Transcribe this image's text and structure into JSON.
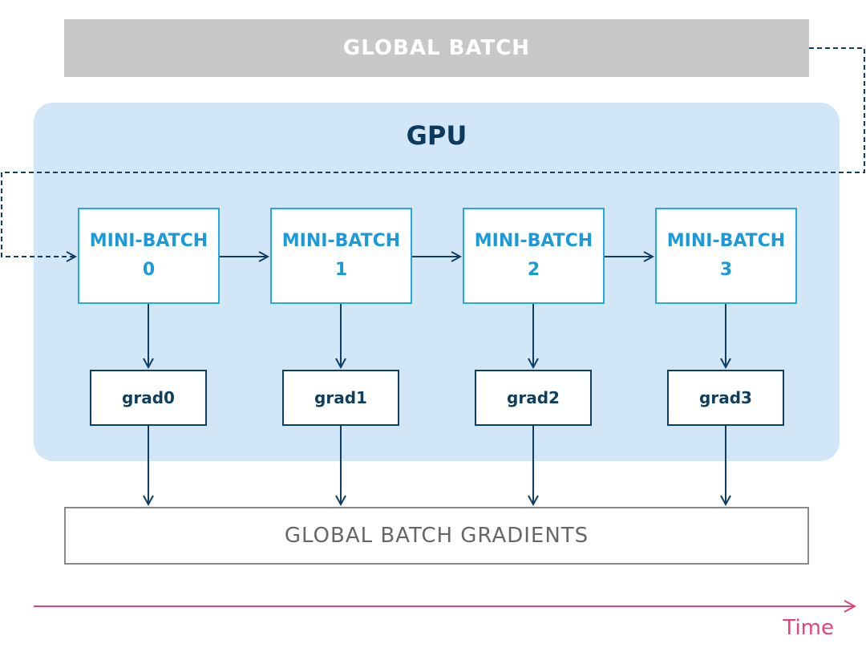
{
  "global_batch": {
    "label": "GLOBAL BATCH"
  },
  "gpu": {
    "label": "GPU"
  },
  "mini_batches": [
    {
      "label": "MINI-BATCH",
      "index": "0"
    },
    {
      "label": "MINI-BATCH",
      "index": "1"
    },
    {
      "label": "MINI-BATCH",
      "index": "2"
    },
    {
      "label": "MINI-BATCH",
      "index": "3"
    }
  ],
  "grads": [
    {
      "label": "grad0"
    },
    {
      "label": "grad1"
    },
    {
      "label": "grad2"
    },
    {
      "label": "grad3"
    }
  ],
  "global_gradients": {
    "label": "GLOBAL BATCH GRADIENTS"
  },
  "time_axis": {
    "label": "Time"
  },
  "colors": {
    "global_batch_fill": "#c8c8c8",
    "gpu_panel": "#d1e7f8",
    "mini_batch_accent": "#29a6e0",
    "grad_border": "#0e3f63",
    "time_arrow": "#e0457a"
  }
}
